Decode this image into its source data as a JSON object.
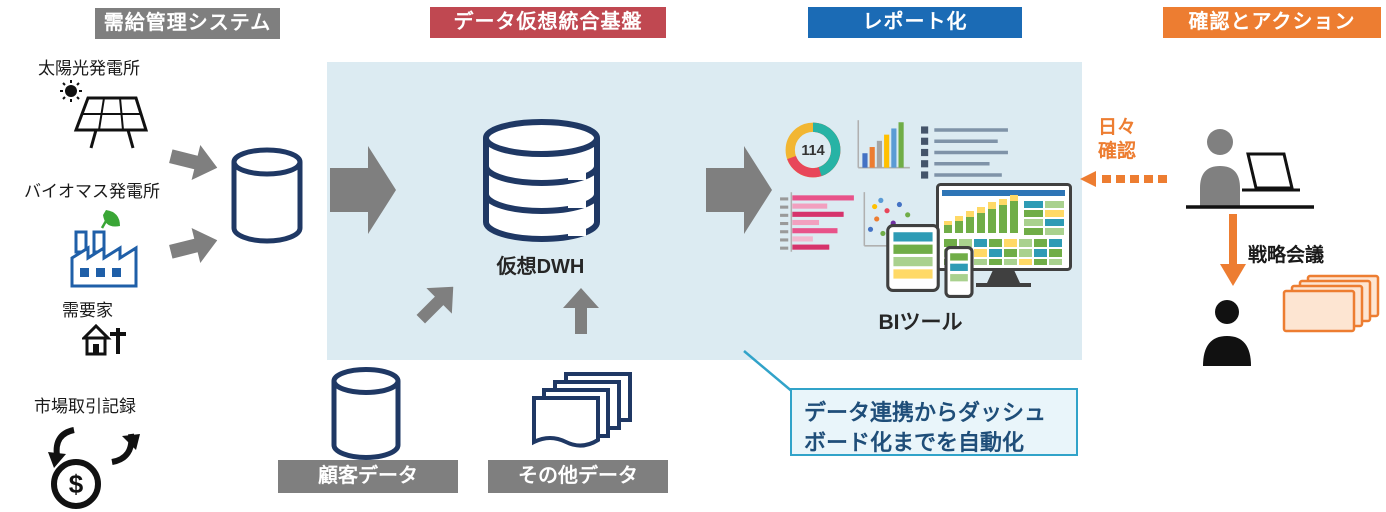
{
  "headers": {
    "supply": "需給管理システム",
    "platform": "データ仮想統合基盤",
    "report": "レポート化",
    "action": "確認とアクション"
  },
  "sources": {
    "solar": "太陽光発電所",
    "biomass": "バイオマス発電所",
    "consumer": "需要家",
    "market": "市場取引記録"
  },
  "hub": {
    "dwh_label": "仮想DWH",
    "bi_label": "BIツール",
    "donut_value": "114"
  },
  "bottom": {
    "customer": "顧客データ",
    "other": "その他データ"
  },
  "callout": {
    "text": "データ連携からダッシュボード化までを自動化"
  },
  "right": {
    "daily_line1": "日々",
    "daily_line2": "確認",
    "strategy": "戦略会議"
  },
  "colors": {
    "header_gray": "#7f7f7f",
    "header_red": "#c04851",
    "header_blue": "#1b6bb5",
    "header_orange": "#ed7d31",
    "panel_blue": "#dcebf2",
    "icon_navy": "#1f3864",
    "arrow_gray": "#7f7f7f",
    "accent_orange": "#ed7d31",
    "callout_border": "#31a3c9",
    "callout_text": "#1f4e79"
  },
  "icons": {
    "solar_panel_icon": "solar panel with sun",
    "biomass_plant_icon": "factory with green leaf",
    "consumer_icon": "house and utility pole",
    "market_trade_icon": "dollar coin with exchange arrows",
    "database_cylinder_icon": "database cylinder",
    "virtual_dwh_icon": "stacked database cylinder",
    "documents_icon": "stacked documents",
    "bi_dashboard_icon": "charts, monitor, tablet, phone",
    "person_at_laptop_icon": "person working at laptop",
    "strategy_docs_icon": "stacked orange cards",
    "person_silhouette_icon": "person silhouette"
  }
}
